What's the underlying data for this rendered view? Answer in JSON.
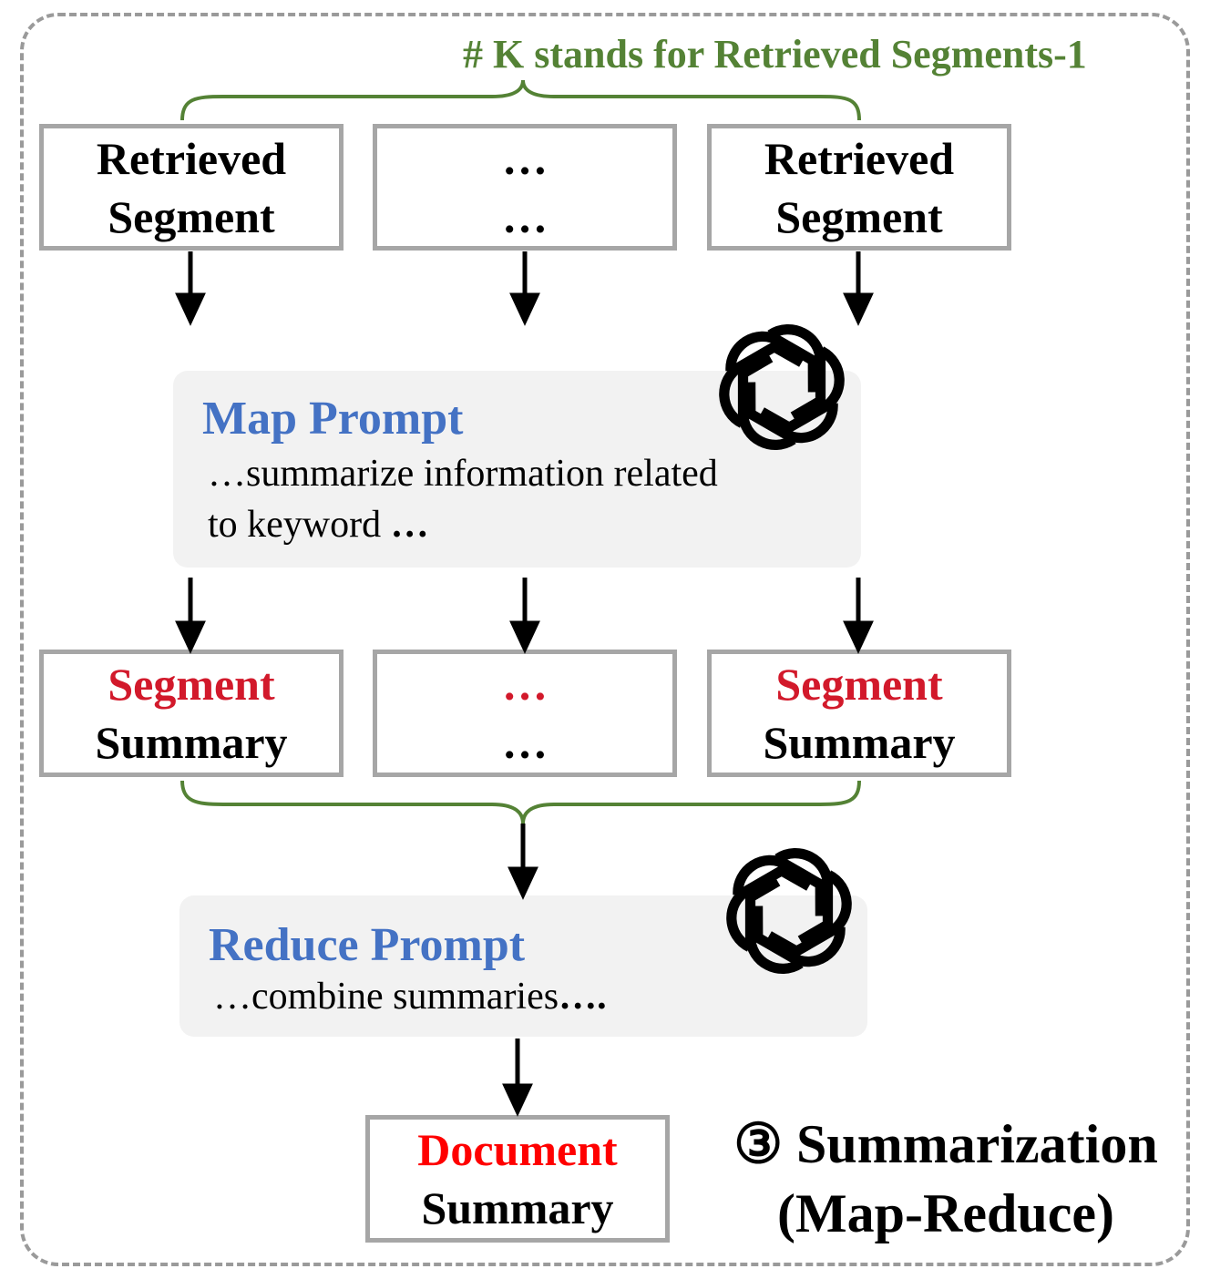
{
  "annotation": "# K stands for Retrieved Segments-1",
  "top_row": [
    {
      "line1": "Retrieved",
      "line2": "Segment"
    },
    {
      "line1": "…",
      "line2": "…"
    },
    {
      "line1": "Retrieved",
      "line2": "Segment"
    }
  ],
  "map_prompt": {
    "title": "Map Prompt",
    "line1": "…summarize  information related",
    "line2": "to keyword ",
    "ellipsis": "…"
  },
  "middle_row": [
    {
      "line1": "Segment",
      "line2": "Summary"
    },
    {
      "line1": "…",
      "line2": "…"
    },
    {
      "line1": "Segment",
      "line2": "Summary"
    }
  ],
  "reduce_prompt": {
    "title": "Reduce Prompt",
    "line1": "…combine summaries",
    "ellipsis": "…."
  },
  "output": {
    "line1": "Document",
    "line2": "Summary"
  },
  "step_label": {
    "line1": "③ Summarization",
    "line2": "(Map-Reduce)"
  },
  "colors": {
    "prompt_title": "#4472c4",
    "highlight_red": "#d2192b",
    "annotation_green": "#548235",
    "box_border": "#a6a6a6",
    "panel_fill": "#f2f2f2"
  },
  "icons": [
    "openai-logo-icon",
    "openai-logo-icon"
  ]
}
